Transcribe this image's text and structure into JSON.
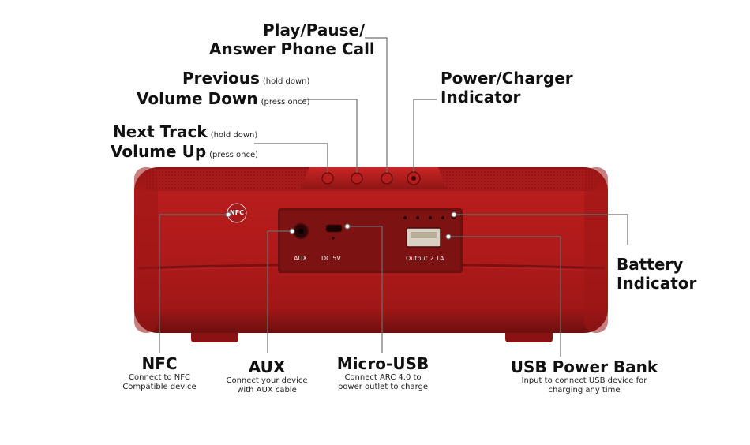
{
  "labels": {
    "play_pause_line1": "Play/Pause/",
    "play_pause_line2": "Answer Phone Call",
    "previous": "Previous",
    "previous_note": "(hold down)",
    "volume_down": "Volume Down",
    "volume_down_note": "(press once)",
    "next_track": "Next Track",
    "next_track_note": "(hold down)",
    "volume_up": "Volume Up",
    "volume_up_note": "(press once)",
    "power_line1": "Power/Charger",
    "power_line2": "Indicator",
    "battery_line1": "Battery",
    "battery_line2": "Indicator"
  },
  "callouts": {
    "nfc": {
      "title": "NFC",
      "line1": "Connect to NFC",
      "line2": "Compatible device"
    },
    "aux": {
      "title": "AUX",
      "line1": "Connect your device",
      "line2": "with AUX cable"
    },
    "micro_usb": {
      "title": "Micro-USB",
      "line1": "Connect ARC 4.0 to",
      "line2": "power outlet to charge"
    },
    "usb_bank": {
      "title": "USB Power Bank",
      "line1": "Input to connect USB device for",
      "line2": "charging any time"
    }
  },
  "panel": {
    "aux_label": "AUX",
    "dc_label": "DC 5V",
    "output_label": "Output 2.1A",
    "nfc_badge": "NFC"
  },
  "colors": {
    "speaker_body": "#b31b1b",
    "speaker_dark": "#7a1010",
    "leader_line": "#6e6e6e"
  }
}
